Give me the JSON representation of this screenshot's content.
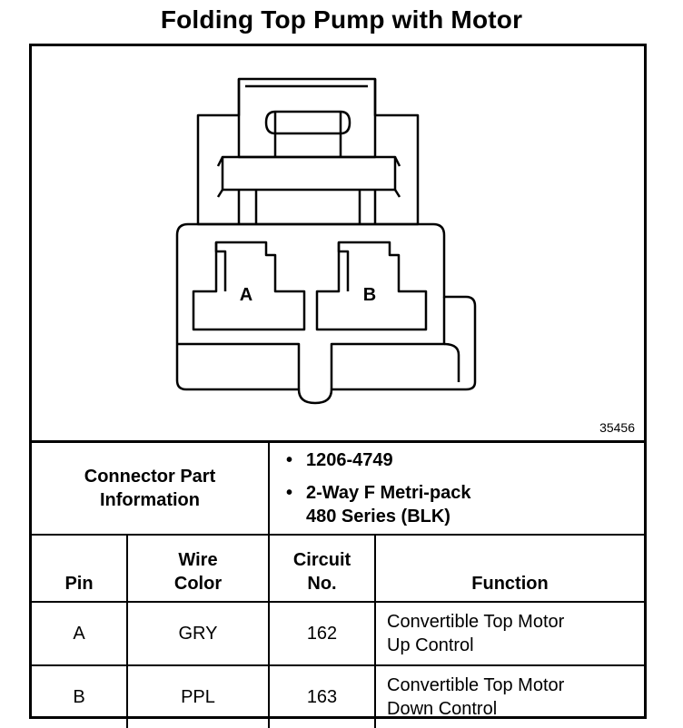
{
  "title": "Folding Top Pump with Motor",
  "figure_id": "35456",
  "connector": {
    "label_line1": "Connector Part",
    "label_line2": "Information",
    "part_number": "1206-4749",
    "desc_line1": "2-Way F Metri-pack",
    "desc_line2": "480 Series (BLK)"
  },
  "cavities": [
    "A",
    "B"
  ],
  "table": {
    "headers": {
      "pin": "Pin",
      "wire_line1": "Wire",
      "wire_line2": "Color",
      "circuit_line1": "Circuit",
      "circuit_line2": "No.",
      "function": "Function"
    },
    "rows": [
      {
        "pin": "A",
        "color": "GRY",
        "circuit": "162",
        "func_line1": "Convertible Top Motor",
        "func_line2": "Up Control"
      },
      {
        "pin": "B",
        "color": "PPL",
        "circuit": "163",
        "func_line1": "Convertible Top Motor",
        "func_line2": "Down Control"
      }
    ]
  }
}
